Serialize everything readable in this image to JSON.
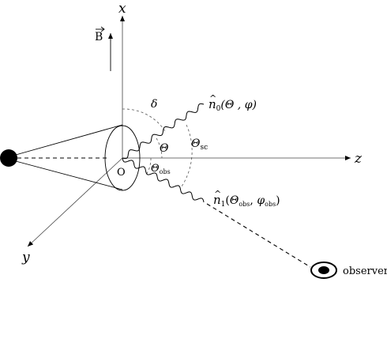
{
  "axes": {
    "x_label": "x",
    "y_label": "y",
    "z_label": "z"
  },
  "field": {
    "label": "B"
  },
  "origin_label": "O",
  "angles": {
    "delta": "δ",
    "theta": "Θ",
    "theta_sc": {
      "main": "Θ",
      "sub": "sc"
    },
    "theta_obs": {
      "main": "Θ",
      "sub": "obs"
    }
  },
  "vectors": {
    "n0": {
      "main": "n",
      "sub": "0",
      "args": "(Θ , φ)"
    },
    "n1": {
      "main": "n",
      "sub": "1",
      "arg1": "Θ",
      "arg1_sub": "obs",
      "arg2": "φ",
      "arg2_sub": "obs"
    }
  },
  "observer_label": "observer"
}
